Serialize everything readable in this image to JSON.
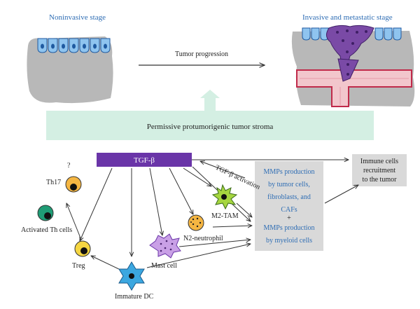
{
  "stages": {
    "noninvasive": "Noninvasive stage",
    "invasive": "Invasive and metastatic stage",
    "progression": "Tumor progression"
  },
  "stroma": {
    "label": "Permissive protumorigenic tumor stroma"
  },
  "cytokine": {
    "tgf": "TGF-β",
    "tgf_activation": "TGF-β activation"
  },
  "cells": {
    "unknown": "?",
    "th17": "Th17",
    "activated_th": "Activated Th cells",
    "treg": "Treg",
    "immature_dc": "Immature DC",
    "mast": "Mast cell",
    "n2": "N2-neutrophil",
    "m2": "M2-TAM"
  },
  "mmp_box": {
    "line1": "MMPs production",
    "line2": "by tumor cells,",
    "line3": "fibroblasts, and",
    "line4": "CAFs",
    "plus": "+",
    "line5": "MMPs production",
    "line6": "by myeloid cells"
  },
  "immune_box": {
    "line1": "Immune cells",
    "line2": "recruitment",
    "line3": "to the tumor"
  },
  "icons": [
    "epithelium-icon",
    "invasion-icon",
    "blood-vessel-icon",
    "th17-cell-icon",
    "activated-th-cell-icon",
    "treg-cell-icon",
    "immature-dc-icon",
    "mast-cell-icon",
    "neutrophil-icon",
    "macrophage-icon"
  ],
  "colors": {
    "stage_title": "#2e6db4",
    "stroma_fill": "#d4efe3",
    "tgf_fill": "#6a35a8",
    "mmp_fill": "#d9d9d9",
    "mmp_text": "#2e6db4",
    "immune_fill": "#d9d9d9"
  }
}
